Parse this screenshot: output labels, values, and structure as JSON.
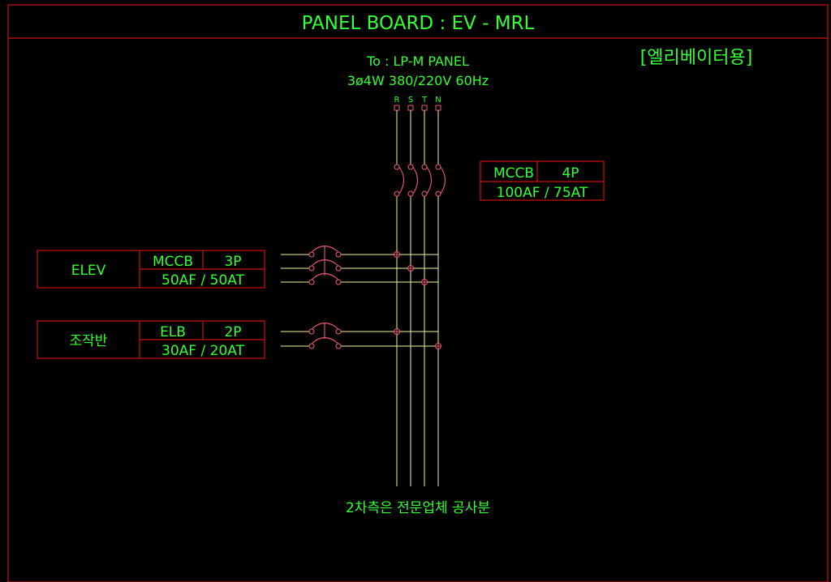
{
  "title": "PANEL BOARD : EV - MRL",
  "purpose_label": "[엘리베이터용]",
  "source": {
    "to_label": "To : LP-M PANEL",
    "supply_label": "3ø4W 380/220V 60Hz",
    "phases": [
      "R",
      "S",
      "T",
      "N"
    ]
  },
  "main_breaker": {
    "type": "MCCB",
    "poles": "4P",
    "rating": "100AF / 75AT"
  },
  "branches": [
    {
      "name": "ELEV",
      "type": "MCCB",
      "poles": "3P",
      "rating": "50AF / 50AT"
    },
    {
      "name": "조작반",
      "type": "ELB",
      "poles": "2P",
      "rating": "30AF / 20AT"
    }
  ],
  "footer_note": "2차측은 전문업체 공사분",
  "colors": {
    "background": "#000000",
    "text": "#33ff33",
    "frame": "#cc1111",
    "bus": "#f2f2a0",
    "breaker": "#e85a70"
  }
}
